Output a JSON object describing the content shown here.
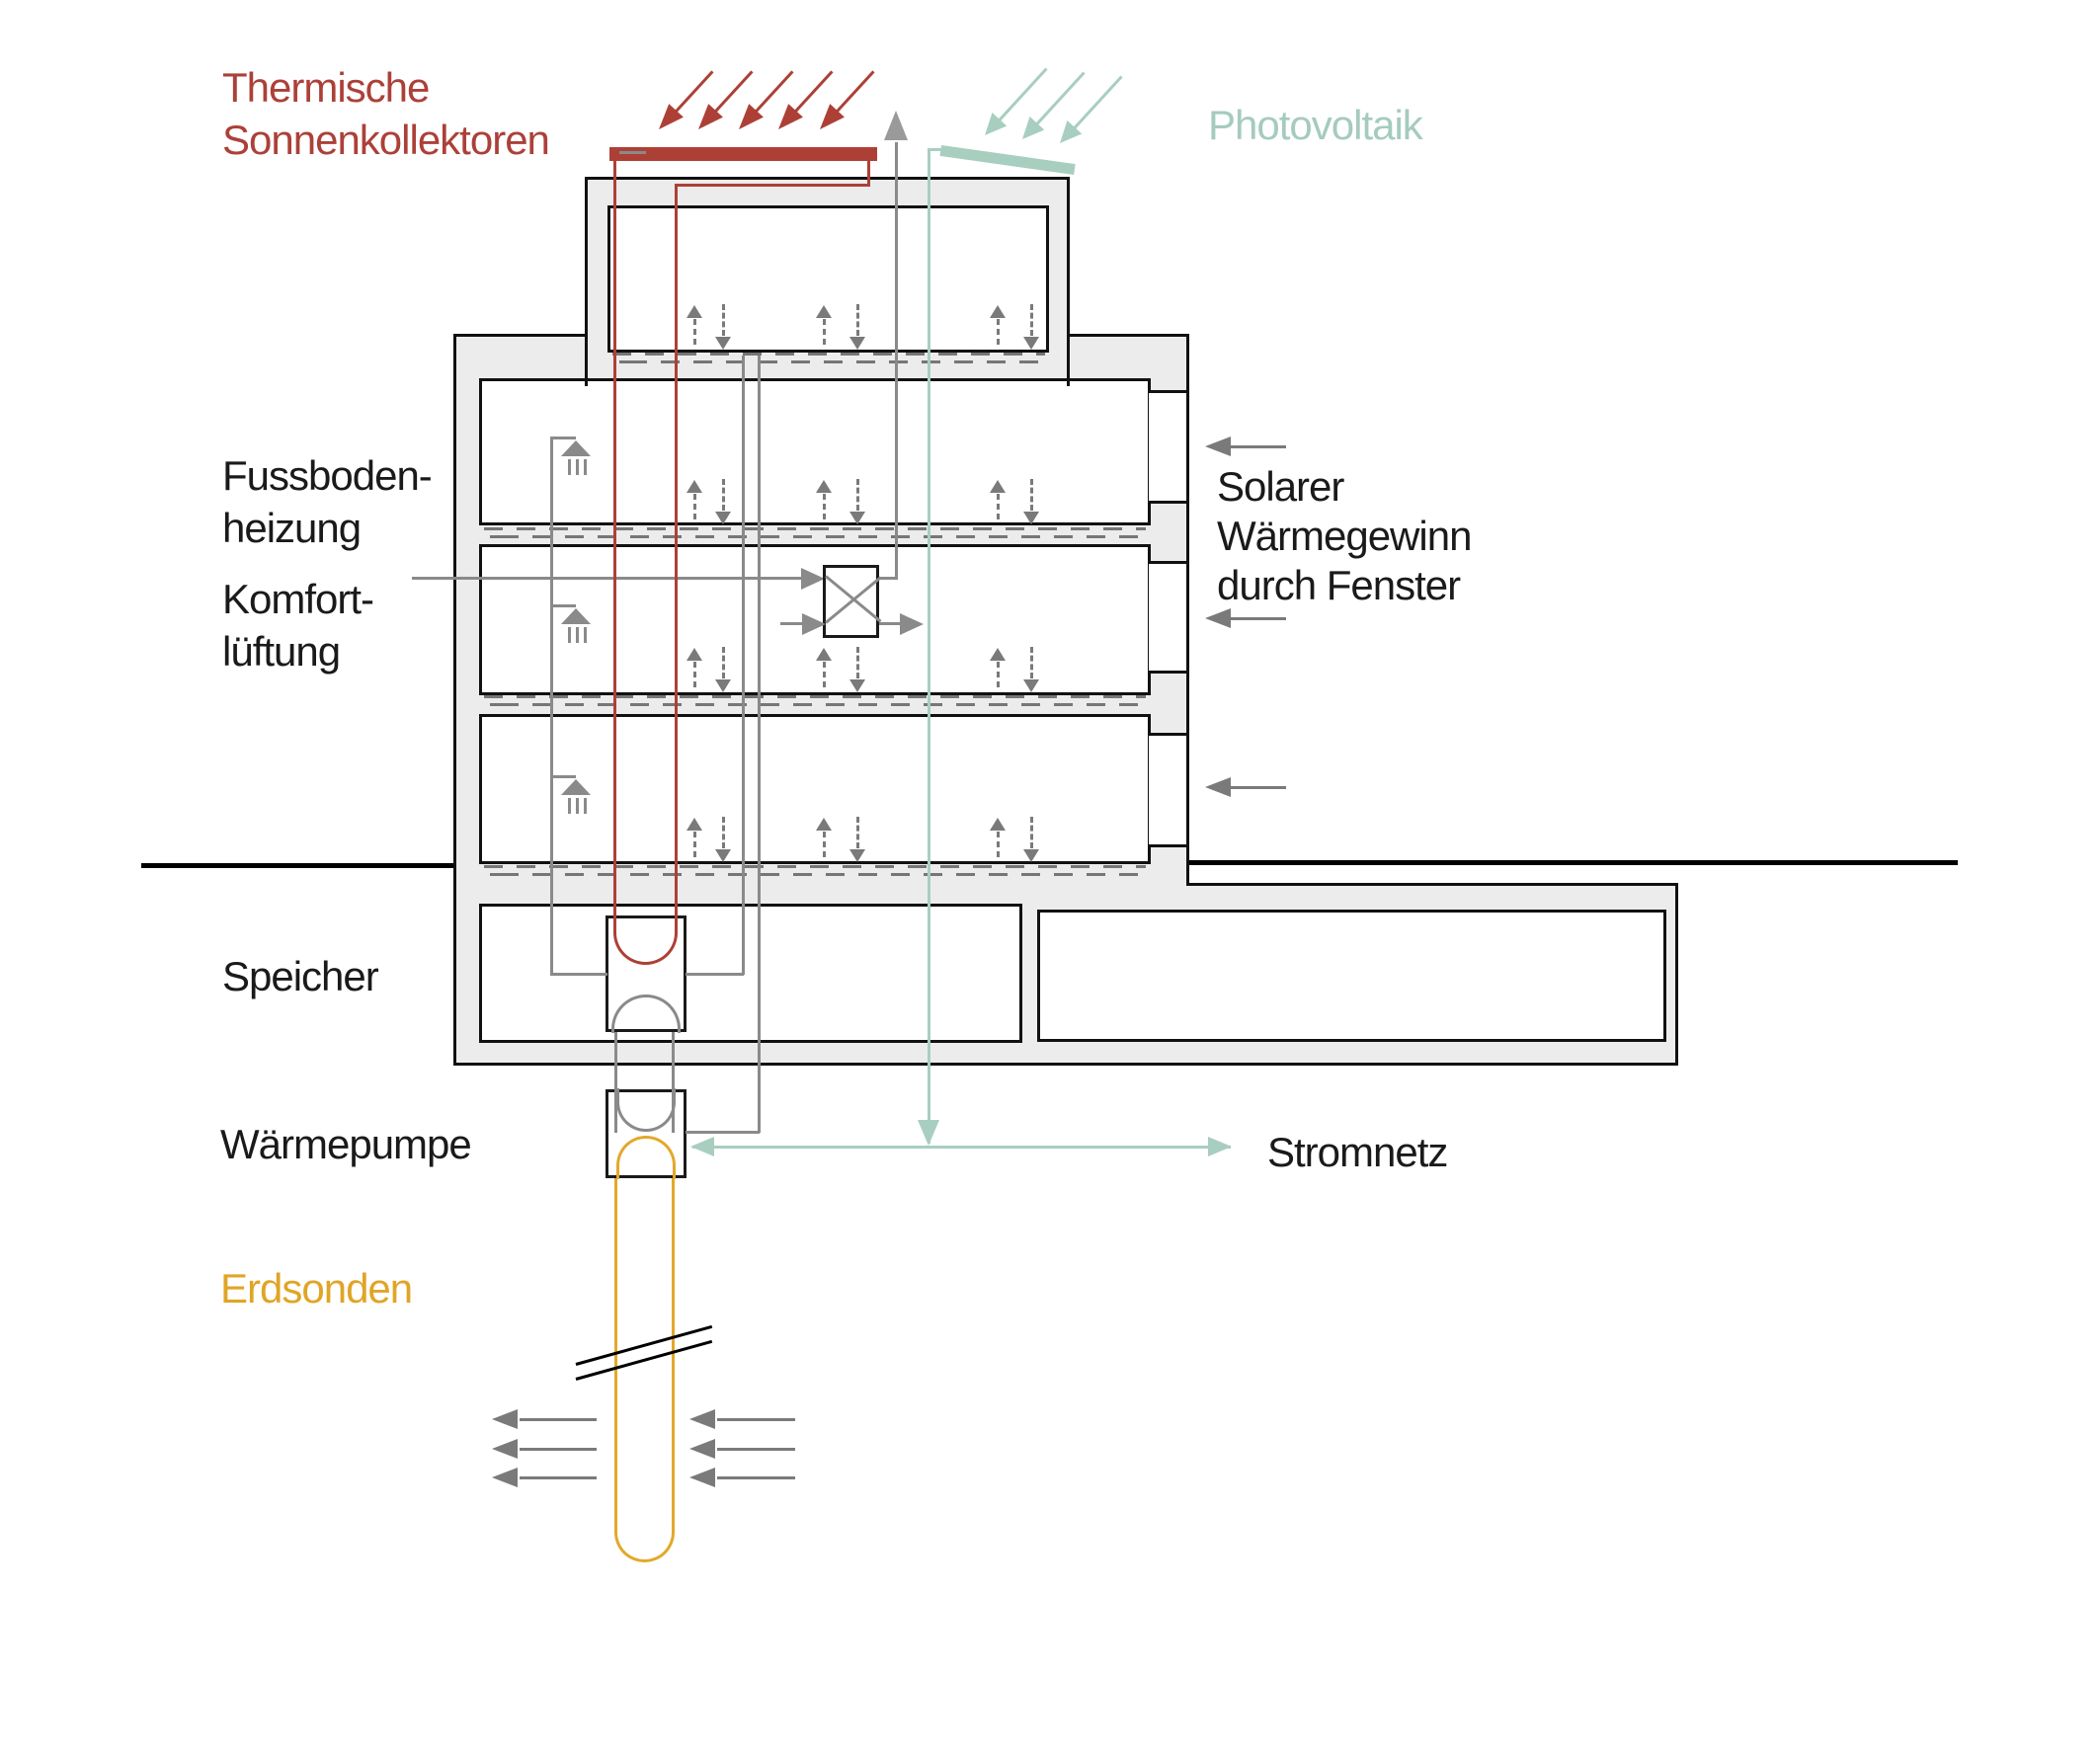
{
  "labels": {
    "thermische": {
      "line1": "Thermische",
      "line2": "Sonnenkollektoren"
    },
    "photovoltaik": "Photovoltaik",
    "fussbodenheizung": {
      "line1": "Fussboden-",
      "line2": "heizung"
    },
    "komfortlueftung": {
      "line1": "Komfort-",
      "line2": "lüftung"
    },
    "solar_gain": {
      "line1": "Solarer",
      "line2": "Wärmegewinn",
      "line3": "durch Fenster"
    },
    "speicher": "Speicher",
    "waermepumpe": "Wärmepumpe",
    "stromnetz": "Stromnetz",
    "erdsonden": "Erdsonden"
  },
  "colors": {
    "solar_thermal_red": "#AD4036",
    "photovoltaic_green": "#A8CEC0",
    "geothermal_orange": "#E3A82B",
    "pipe_gray": "#8A8A8A",
    "arrow_gray": "#7A7A7A",
    "wall_fill": "#ECECEC",
    "outline_black": "#111111",
    "text_black": "#1A1A1A"
  },
  "icons": {
    "sun-ray-icon": "diagonal-down-left-arrow",
    "pv-ray-icon": "diagonal-down-left-arrow",
    "exhaust-air-arrow-icon": "up-arrow",
    "supply-air-arrow-icon": "dashed-up-arrow",
    "extract-air-arrow-icon": "dashed-down-arrow",
    "shower-icon": "triangle-with-three-ticks",
    "solar-gain-arrow-icon": "left-arrow",
    "ground-heat-arrow-icon": "left-arrow",
    "heat-exchanger-icon": "box-with-x-cross",
    "pipe-break-icon": "double-slash"
  }
}
